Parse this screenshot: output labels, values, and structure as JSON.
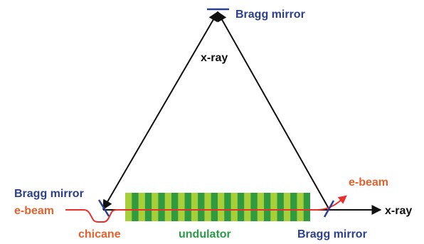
{
  "labels": {
    "mirror_top": "Bragg mirror",
    "mirror_left": "Bragg mirror",
    "mirror_right": "Bragg mirror",
    "xray_cavity": "x-ray",
    "xray_output": "x-ray",
    "ebeam_in": "e-beam",
    "ebeam_out": "e-beam",
    "chicane": "chicane",
    "undulator": "undulator"
  },
  "colors": {
    "mirror": "#2b3f8c",
    "xray_path": "#111111",
    "ebeam": "#e8302c",
    "ebeam_label": "#e8602c",
    "chicane_label": "#e8602c",
    "undulator_label": "#2a9b46",
    "undulator_dark": "#2f9a3f",
    "undulator_light": "#a6cf3a"
  },
  "undulator": {
    "period_count": 14
  }
}
